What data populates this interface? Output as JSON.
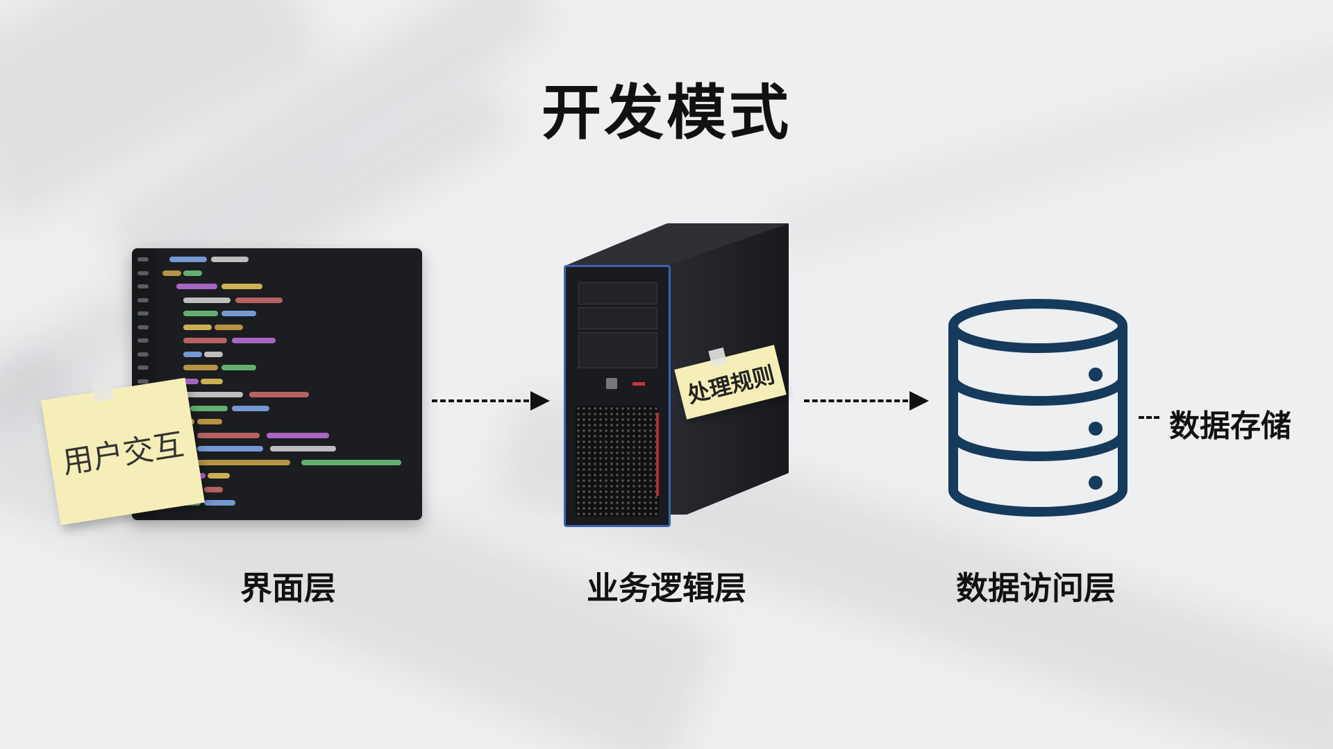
{
  "title": "开发模式",
  "layers": [
    {
      "label": "界面层",
      "note": "用户交互"
    },
    {
      "label": "业务逻辑层",
      "note": "处理规则"
    },
    {
      "label": "数据访问层",
      "side_label": "数据存储"
    }
  ],
  "colors": {
    "text": "#111111",
    "background": "#eeeff0",
    "database_stroke": "#163a5c",
    "sticky_note": "#f5eeb8",
    "server_accent": "#3b63b5",
    "code_bg": "#1c1d20"
  },
  "icons": [
    "code-screenshot-icon",
    "tower-server-icon",
    "database-icon"
  ]
}
